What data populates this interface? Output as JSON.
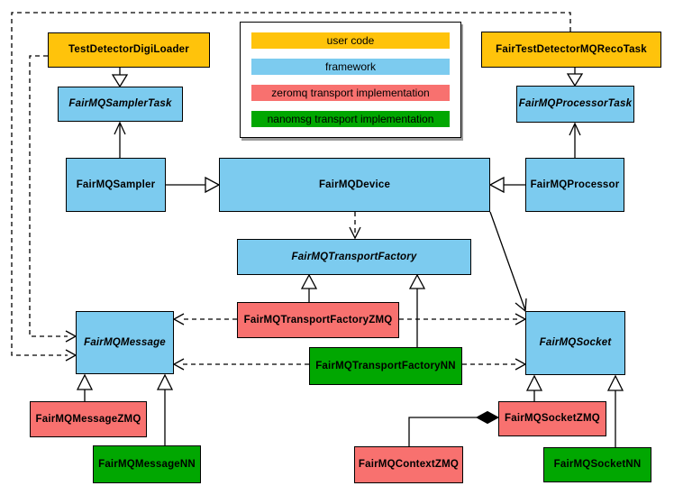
{
  "nodes": {
    "testDetectorDigiLoader": {
      "label": "TestDetectorDigiLoader",
      "category": "user code",
      "abstract": false
    },
    "fairTestDetectorMQRecoTask": {
      "label": "FairTestDetectorMQRecoTask",
      "category": "user code",
      "abstract": false
    },
    "fairMQSamplerTask": {
      "label": "FairMQSamplerTask",
      "category": "framework",
      "abstract": true
    },
    "fairMQProcessorTask": {
      "label": "FairMQProcessorTask",
      "category": "framework",
      "abstract": true
    },
    "fairMQSampler": {
      "label": "FairMQSampler",
      "category": "framework",
      "abstract": false
    },
    "fairMQDevice": {
      "label": "FairMQDevice",
      "category": "framework",
      "abstract": false
    },
    "fairMQProcessor": {
      "label": "FairMQProcessor",
      "category": "framework",
      "abstract": false
    },
    "fairMQTransportFactory": {
      "label": "FairMQTransportFactory",
      "category": "framework",
      "abstract": true
    },
    "fairMQTransportFactoryZMQ": {
      "label": "FairMQTransportFactoryZMQ",
      "category": "zeromq transport implementation",
      "abstract": false
    },
    "fairMQTransportFactoryNN": {
      "label": "FairMQTransportFactoryNN",
      "category": "nanomsg transport implementation",
      "abstract": false
    },
    "fairMQMessage": {
      "label": "FairMQMessage",
      "category": "framework",
      "abstract": true
    },
    "fairMQSocket": {
      "label": "FairMQSocket",
      "category": "framework",
      "abstract": true
    },
    "fairMQMessageZMQ": {
      "label": "FairMQMessageZMQ",
      "category": "zeromq transport implementation",
      "abstract": false
    },
    "fairMQMessageNN": {
      "label": "FairMQMessageNN",
      "category": "nanomsg transport implementation",
      "abstract": false
    },
    "fairMQContextZMQ": {
      "label": "FairMQContextZMQ",
      "category": "zeromq transport implementation",
      "abstract": false
    },
    "fairMQSocketZMQ": {
      "label": "FairMQSocketZMQ",
      "category": "zeromq transport implementation",
      "abstract": false
    },
    "fairMQSocketNN": {
      "label": "FairMQSocketNN",
      "category": "nanomsg transport implementation",
      "abstract": false
    }
  },
  "legend": {
    "items": [
      {
        "label": "user code",
        "color": "#FFC30B"
      },
      {
        "label": "framework",
        "color": "#7CCBEF"
      },
      {
        "label": "zeromq transport implementation",
        "color": "#F8716F"
      },
      {
        "label": "nanomsg transport implementation",
        "color": "#01A701"
      }
    ]
  },
  "colors": {
    "background": "#FFFFFF",
    "border": "#000000",
    "user_code": "#FFC30B",
    "framework": "#7CCBEF",
    "zeromq": "#F8716F",
    "nanomsg": "#01A701",
    "legend_shadow": "#9C9C9C"
  },
  "edges": [
    {
      "from": "TestDetectorDigiLoader",
      "to": "FairMQSamplerTask",
      "kind": "inheritance"
    },
    {
      "from": "FairTestDetectorMQRecoTask",
      "to": "FairMQProcessorTask",
      "kind": "inheritance"
    },
    {
      "from": "FairMQSampler",
      "to": "FairMQSamplerTask",
      "kind": "association"
    },
    {
      "from": "FairMQProcessor",
      "to": "FairMQProcessorTask",
      "kind": "association"
    },
    {
      "from": "FairMQSampler",
      "to": "FairMQDevice",
      "kind": "inheritance"
    },
    {
      "from": "FairMQProcessor",
      "to": "FairMQDevice",
      "kind": "inheritance"
    },
    {
      "from": "FairMQDevice",
      "to": "FairMQTransportFactory",
      "kind": "dependency"
    },
    {
      "from": "FairMQDevice",
      "to": "FairMQSocket",
      "kind": "association"
    },
    {
      "from": "FairMQTransportFactoryZMQ",
      "to": "FairMQTransportFactory",
      "kind": "inheritance"
    },
    {
      "from": "FairMQTransportFactoryNN",
      "to": "FairMQTransportFactory",
      "kind": "inheritance"
    },
    {
      "from": "FairMQTransportFactoryZMQ",
      "to": "FairMQMessage",
      "kind": "dependency"
    },
    {
      "from": "FairMQTransportFactoryZMQ",
      "to": "FairMQSocket",
      "kind": "dependency"
    },
    {
      "from": "FairMQTransportFactoryNN",
      "to": "FairMQMessage",
      "kind": "dependency"
    },
    {
      "from": "FairMQTransportFactoryNN",
      "to": "FairMQSocket",
      "kind": "dependency"
    },
    {
      "from": "TestDetectorDigiLoader",
      "to": "FairMQMessage",
      "kind": "dependency"
    },
    {
      "from": "FairTestDetectorMQRecoTask",
      "to": "FairMQMessage",
      "kind": "dependency"
    },
    {
      "from": "FairMQMessageZMQ",
      "to": "FairMQMessage",
      "kind": "inheritance"
    },
    {
      "from": "FairMQMessageNN",
      "to": "FairMQMessage",
      "kind": "inheritance"
    },
    {
      "from": "FairMQSocketZMQ",
      "to": "FairMQSocket",
      "kind": "inheritance"
    },
    {
      "from": "FairMQSocketNN",
      "to": "FairMQSocket",
      "kind": "inheritance"
    },
    {
      "from": "FairMQSocketZMQ",
      "to": "FairMQContextZMQ",
      "kind": "composition"
    }
  ]
}
